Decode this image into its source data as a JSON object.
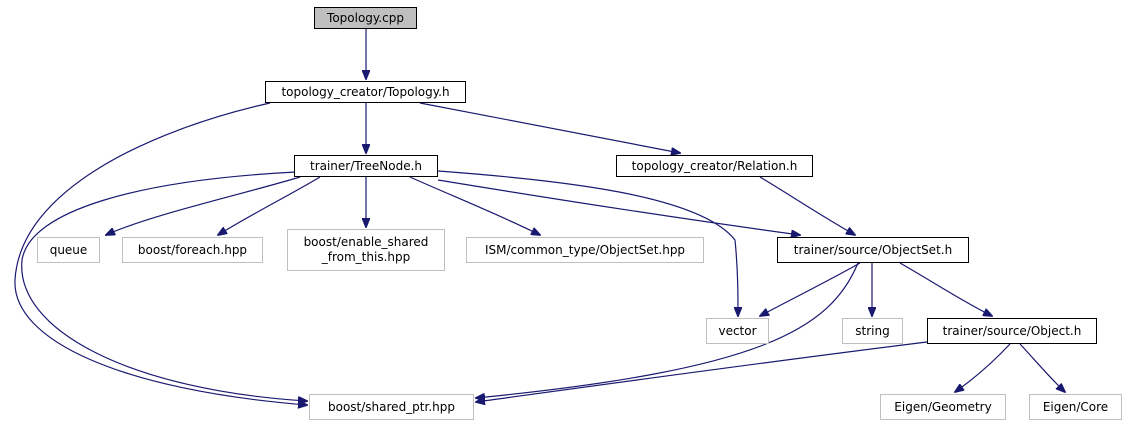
{
  "diagram": {
    "root": "Topology.cpp",
    "nodes": [
      {
        "id": "topology_cpp",
        "label": "Topology.cpp",
        "kind": "root"
      },
      {
        "id": "topology_h",
        "label": "topology_creator/Topology.h",
        "kind": "local"
      },
      {
        "id": "treenode_h",
        "label": "trainer/TreeNode.h",
        "kind": "local"
      },
      {
        "id": "relation_h",
        "label": "topology_creator/Relation.h",
        "kind": "local"
      },
      {
        "id": "queue",
        "label": "queue",
        "kind": "system"
      },
      {
        "id": "foreach",
        "label": "boost/foreach.hpp",
        "kind": "system"
      },
      {
        "id": "enable_shared",
        "label": "boost/enable_shared\n_from_this.hpp",
        "kind": "system"
      },
      {
        "id": "ism_objectset",
        "label": "ISM/common_type/ObjectSet.hpp",
        "kind": "system"
      },
      {
        "id": "objectset_h",
        "label": "trainer/source/ObjectSet.h",
        "kind": "local"
      },
      {
        "id": "vector",
        "label": "vector",
        "kind": "system"
      },
      {
        "id": "string",
        "label": "string",
        "kind": "system"
      },
      {
        "id": "object_h",
        "label": "trainer/source/Object.h",
        "kind": "local"
      },
      {
        "id": "shared_ptr",
        "label": "boost/shared_ptr.hpp",
        "kind": "system"
      },
      {
        "id": "eigen_geometry",
        "label": "Eigen/Geometry",
        "kind": "system"
      },
      {
        "id": "eigen_core",
        "label": "Eigen/Core",
        "kind": "system"
      }
    ],
    "edges": [
      {
        "from": "topology_cpp",
        "to": "topology_h"
      },
      {
        "from": "topology_h",
        "to": "treenode_h"
      },
      {
        "from": "topology_h",
        "to": "relation_h"
      },
      {
        "from": "topology_h",
        "to": "shared_ptr"
      },
      {
        "from": "treenode_h",
        "to": "queue"
      },
      {
        "from": "treenode_h",
        "to": "foreach"
      },
      {
        "from": "treenode_h",
        "to": "enable_shared"
      },
      {
        "from": "treenode_h",
        "to": "ism_objectset"
      },
      {
        "from": "treenode_h",
        "to": "objectset_h"
      },
      {
        "from": "treenode_h",
        "to": "vector"
      },
      {
        "from": "treenode_h",
        "to": "shared_ptr"
      },
      {
        "from": "relation_h",
        "to": "objectset_h"
      },
      {
        "from": "objectset_h",
        "to": "vector"
      },
      {
        "from": "objectset_h",
        "to": "string"
      },
      {
        "from": "objectset_h",
        "to": "object_h"
      },
      {
        "from": "objectset_h",
        "to": "shared_ptr"
      },
      {
        "from": "object_h",
        "to": "shared_ptr"
      },
      {
        "from": "object_h",
        "to": "eigen_geometry"
      },
      {
        "from": "object_h",
        "to": "eigen_core"
      }
    ],
    "colors": {
      "edge": "#191970",
      "root_fill": "#bfbfbf",
      "local_border": "#000000",
      "system_border": "#bfbfbf",
      "background": "#ffffff"
    }
  }
}
